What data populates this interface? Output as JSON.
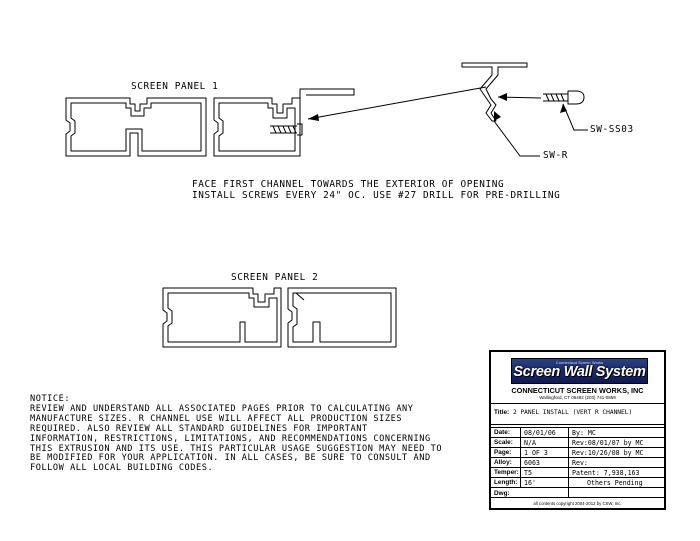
{
  "labels": {
    "screen_panel_1": "SCREEN PANEL 1",
    "screen_panel_2": "SCREEN PANEL 2",
    "sw_ss03": "SW-SS03",
    "sw_r": "SW-R"
  },
  "instructions": {
    "line1": "FACE FIRST CHANNEL TOWARDS THE EXTERIOR OF OPENING",
    "line2": "INSTALL SCREWS EVERY 24\" OC. USE #27 DRILL FOR PRE-DRILLING"
  },
  "notice": {
    "heading": "NOTICE:",
    "lines": [
      "REVIEW AND UNDERSTAND ALL ASSOCIATED PAGES PRIOR TO CALCULATING ANY",
      "MANUFACTURE SIZES. R CHANNEL USE WILL AFFECT ALL PRODUCTION SIZES",
      "REQUIRED. ALSO REVIEW ALL STANDARD GUIDELINES FOR IMPORTANT",
      "INFORMATION, RESTRICTIONS, LIMITATIONS, AND RECOMMENDATIONS CONCERNING",
      "THIS EXTRUSION AND ITS USE. THIS PARTICULAR USAGE SUGGESTION MAY NEED TO",
      "BE MODIFIED FOR YOUR APPLICATION. IN ALL CASES, BE SURE TO CONSULT AND",
      "FOLLOW ALL LOCAL BUILDING CODES."
    ]
  },
  "title_block": {
    "logo_tagline": "Connecticut Screen Works",
    "logo_name": "Screen Wall System",
    "company": "CONNECTICUT SCREEN WORKS, INC",
    "address": "Wallingford, CT 06492 (203) 741-0859",
    "title_label": "Title:",
    "title_value": "2 PANEL INSTALL (VERT R CHANNEL)",
    "date_label": "Date:",
    "date_value": "08/01/06",
    "by_value": "By: MC",
    "scale_label": "Scale:",
    "scale_value": "N/A",
    "rev1_value": "Rev:08/01/07 by MC",
    "page_label": "Page:",
    "page_value": "1 OF 3",
    "rev2_value": "Rev:10/26/08 by MC",
    "alloy_label": "Alloy:",
    "alloy_value": "6063",
    "rev3_value": "Rev:",
    "temper_label": "Temper:",
    "temper_value": "T5",
    "patent_value": "Patent:    7,938,163",
    "length_label": "Length:",
    "length_value": "16'",
    "others_value": "Others Pending",
    "dwg_label": "Dwg:",
    "copyright": "all contents copyright 2004-2012 by CSW, Inc."
  },
  "colors": {
    "logo_blue": "#1b2d75",
    "line": "#000000"
  }
}
